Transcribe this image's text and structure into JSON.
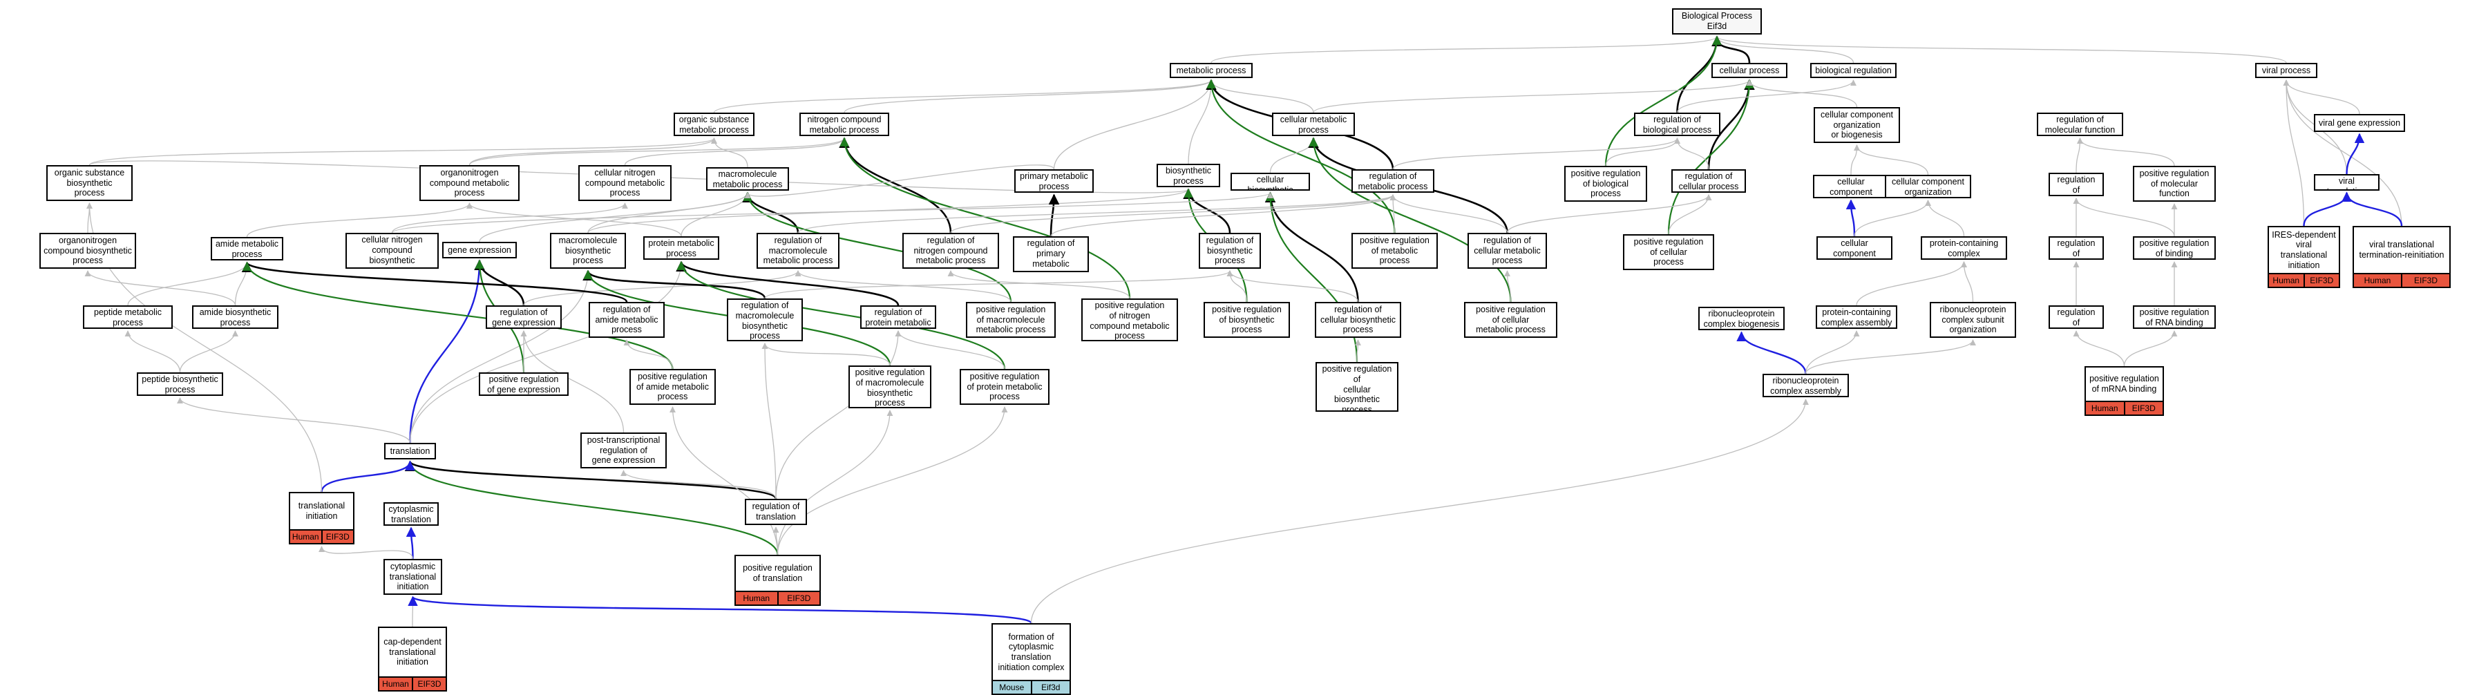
{
  "diagram": {
    "colors": {
      "is_a": "#bdbdbd",
      "part_of": "#000000",
      "positively_regulates": "#1e7d1e",
      "regulates": "#000000",
      "annotation": "#1f1fe0",
      "human": "#e8553e",
      "mouse": "#a8d4de"
    },
    "nodes": [
      {
        "id": "bp",
        "label": "Biological Process\nEif3d",
        "root": true
      },
      {
        "id": "mp",
        "label": "metabolic process"
      },
      {
        "id": "cp",
        "label": "cellular process"
      },
      {
        "id": "br",
        "label": "biological regulation"
      },
      {
        "id": "vp",
        "label": "viral process"
      },
      {
        "id": "osmp",
        "label": "organic substance\nmetabolic process"
      },
      {
        "id": "ncmp",
        "label": "nitrogen compound\nmetabolic process"
      },
      {
        "id": "cmp",
        "label": "cellular metabolic\nprocess"
      },
      {
        "id": "rbp",
        "label": "regulation of\nbiological process"
      },
      {
        "id": "ccob",
        "label": "cellular component\norganization\nor biogenesis"
      },
      {
        "id": "rmf",
        "label": "regulation of\nmolecular function"
      },
      {
        "id": "vge",
        "label": "viral gene expression"
      },
      {
        "id": "osbp",
        "label": "organic substance\nbiosynthetic\nprocess"
      },
      {
        "id": "onmp",
        "label": "organonitrogen\ncompound metabolic\nprocess"
      },
      {
        "id": "cncmp",
        "label": "cellular nitrogen\ncompound metabolic\nprocess"
      },
      {
        "id": "mmp",
        "label": "macromolecule\nmetabolic process"
      },
      {
        "id": "bsp",
        "label": "biosynthetic\nprocess"
      },
      {
        "id": "pmp",
        "label": "primary metabolic\nprocess"
      },
      {
        "id": "cbp",
        "label": "cellular biosynthetic\nprocess"
      },
      {
        "id": "rmp",
        "label": "regulation of\nmetabolic process"
      },
      {
        "id": "prbp",
        "label": "positive regulation\nof biological\nprocess"
      },
      {
        "id": "rcp",
        "label": "regulation of\ncellular process"
      },
      {
        "id": "ccb",
        "label": "cellular component\nbiogenesis"
      },
      {
        "id": "cco",
        "label": "cellular component\norganization"
      },
      {
        "id": "rb",
        "label": "regulation of\nbinding"
      },
      {
        "id": "prmf",
        "label": "positive regulation\nof molecular\nfunction"
      },
      {
        "id": "vt",
        "label": "viral translation"
      },
      {
        "id": "oncbp",
        "label": "organonitrogen\ncompound biosynthetic\nprocess"
      },
      {
        "id": "amp",
        "label": "amide metabolic\nprocess"
      },
      {
        "id": "cncbp",
        "label": "cellular nitrogen\ncompound biosynthetic\nprocess"
      },
      {
        "id": "ge",
        "label": "gene expression"
      },
      {
        "id": "mbp",
        "label": "macromolecule\nbiosynthetic\nprocess"
      },
      {
        "id": "prmp2",
        "label": "protein metabolic\nprocess"
      },
      {
        "id": "rmmp",
        "label": "regulation of\nmacromolecule\nmetabolic process"
      },
      {
        "id": "rncmp",
        "label": "regulation of\nnitrogen compound\nmetabolic process"
      },
      {
        "id": "rpmp",
        "label": "regulation of\nprimary metabolic\nprocess"
      },
      {
        "id": "rbsp",
        "label": "regulation of\nbiosynthetic\nprocess"
      },
      {
        "id": "prmp",
        "label": "positive regulation\nof metabolic\nprocess"
      },
      {
        "id": "rcmp",
        "label": "regulation of\ncellular metabolic\nprocess"
      },
      {
        "id": "prcp",
        "label": "positive regulation\nof cellular\nprocess"
      },
      {
        "id": "cca",
        "label": "cellular component\nassembly"
      },
      {
        "id": "pcco",
        "label": "protein-containing\ncomplex organization"
      },
      {
        "id": "rrb",
        "label": "regulation of\nRNA binding"
      },
      {
        "id": "prb",
        "label": "positive regulation\nof binding"
      },
      {
        "id": "iresv",
        "label": "IRES-dependent\nviral translational\ninitiation",
        "tags": [
          "Human",
          "EIF3D"
        ]
      },
      {
        "id": "vtr",
        "label": "viral translational\ntermination-reinitiation",
        "tags": [
          "Human",
          "EIF3D"
        ]
      },
      {
        "id": "pep",
        "label": "peptide metabolic\nprocess"
      },
      {
        "id": "abp",
        "label": "amide biosynthetic\nprocess"
      },
      {
        "id": "rge",
        "label": "regulation of\ngene expression"
      },
      {
        "id": "ramp",
        "label": "regulation of\namide metabolic\nprocess"
      },
      {
        "id": "rmbp",
        "label": "regulation of\nmacromolecule\nbiosynthetic\nprocess"
      },
      {
        "id": "rprmp",
        "label": "regulation of\nprotein metabolic\nprocess"
      },
      {
        "id": "prmmp",
        "label": "positive regulation\nof macromolecule\nmetabolic process"
      },
      {
        "id": "prncmp",
        "label": "positive regulation\nof nitrogen\ncompound metabolic\nprocess"
      },
      {
        "id": "prbsp",
        "label": "positive regulation\nof biosynthetic\nprocess"
      },
      {
        "id": "rcbp",
        "label": "regulation of\ncellular biosynthetic\nprocess"
      },
      {
        "id": "prcmp",
        "label": "positive regulation\nof cellular\nmetabolic process"
      },
      {
        "id": "rcb",
        "label": "ribonucleoprotein\ncomplex biogenesis"
      },
      {
        "id": "pcca",
        "label": "protein-containing\ncomplex assembly"
      },
      {
        "id": "rcso",
        "label": "ribonucleoprotein\ncomplex subunit\norganization"
      },
      {
        "id": "rmb",
        "label": "regulation of\nmRNA binding"
      },
      {
        "id": "prrb",
        "label": "positive regulation\nof RNA binding"
      },
      {
        "id": "pepbp",
        "label": "peptide biosynthetic\nprocess"
      },
      {
        "id": "prge",
        "label": "positive regulation\nof gene expression"
      },
      {
        "id": "pramp",
        "label": "positive regulation\nof amide metabolic\nprocess"
      },
      {
        "id": "prmbp",
        "label": "positive regulation\nof macromolecule\nbiosynthetic\nprocess"
      },
      {
        "id": "prpmp",
        "label": "positive regulation\nof protein metabolic\nprocess"
      },
      {
        "id": "prcbp",
        "label": "positive regulation\nof\ncellular\nbiosynthetic\nprocess"
      },
      {
        "id": "rca",
        "label": "ribonucleoprotein\ncomplex assembly"
      },
      {
        "id": "prmrb",
        "label": "positive regulation\nof mRNA binding",
        "tags": [
          "Human",
          "EIF3D"
        ]
      },
      {
        "id": "ptrg",
        "label": "post-transcriptional\nregulation of\ngene expression"
      },
      {
        "id": "tr",
        "label": "translation"
      },
      {
        "id": "rtr",
        "label": "regulation of\ntranslation"
      },
      {
        "id": "ti",
        "label": "translational\ninitiation",
        "tags": [
          "Human",
          "EIF3D"
        ]
      },
      {
        "id": "ct",
        "label": "cytoplasmic\ntranslation"
      },
      {
        "id": "cti",
        "label": "cytoplasmic\ntranslational\ninitiation"
      },
      {
        "id": "prtr",
        "label": "positive regulation\nof translation",
        "tags": [
          "Human",
          "EIF3D"
        ]
      },
      {
        "id": "cdti",
        "label": "cap-dependent\ntranslational\ninitiation",
        "tags": [
          "Human",
          "EIF3D"
        ]
      },
      {
        "id": "fcti",
        "label": "formation of\ncytoplasmic\ntranslation\ninitiation complex",
        "tags": [
          "Mouse",
          "Eif3d"
        ],
        "tagType": "mouse"
      }
    ],
    "edges": [
      [
        "mp",
        "bp",
        "g"
      ],
      [
        "cp",
        "bp",
        "k"
      ],
      [
        "br",
        "bp",
        "g"
      ],
      [
        "vp",
        "bp",
        "g"
      ],
      [
        "rbp",
        "bp",
        "k"
      ],
      [
        "prbp",
        "bp",
        "p"
      ],
      [
        "osmp",
        "mp",
        "g"
      ],
      [
        "ncmp",
        "mp",
        "g"
      ],
      [
        "cmp",
        "mp",
        "g"
      ],
      [
        "bsp",
        "mp",
        "g"
      ],
      [
        "pmp",
        "mp",
        "g"
      ],
      [
        "rmp",
        "mp",
        "k"
      ],
      [
        "prmp",
        "mp",
        "p"
      ],
      [
        "cmp",
        "cp",
        "g"
      ],
      [
        "rcp",
        "cp",
        "k"
      ],
      [
        "prcp",
        "cp",
        "p"
      ],
      [
        "ccob",
        "cp",
        "g"
      ],
      [
        "rbp",
        "br",
        "g"
      ],
      [
        "vge",
        "vp",
        "g"
      ],
      [
        "vt",
        "vp",
        "g"
      ],
      [
        "iresv",
        "vp",
        "g"
      ],
      [
        "vtr",
        "vp",
        "g"
      ],
      [
        "vt",
        "vge",
        "a"
      ],
      [
        "osbp",
        "osmp",
        "g"
      ],
      [
        "onmp",
        "osmp",
        "g"
      ],
      [
        "mmp",
        "osmp",
        "g"
      ],
      [
        "cncmp",
        "ncmp",
        "g"
      ],
      [
        "onmp",
        "ncmp",
        "g"
      ],
      [
        "rncmp",
        "ncmp",
        "k"
      ],
      [
        "prncmp",
        "ncmp",
        "p"
      ],
      [
        "cbp",
        "cmp",
        "g"
      ],
      [
        "rcmp",
        "cmp",
        "k"
      ],
      [
        "prcmp",
        "cmp",
        "p"
      ],
      [
        "rmp",
        "rbp",
        "g"
      ],
      [
        "rcp",
        "rbp",
        "g"
      ],
      [
        "prbp",
        "rbp",
        "g"
      ],
      [
        "prcp",
        "rcp",
        "g"
      ],
      [
        "rcmp",
        "rcp",
        "g"
      ],
      [
        "ccb",
        "ccob",
        "g"
      ],
      [
        "cco",
        "ccob",
        "g"
      ],
      [
        "rb",
        "rmf",
        "g"
      ],
      [
        "prmf",
        "rmf",
        "g"
      ],
      [
        "oncbp",
        "osbp",
        "g"
      ],
      [
        "amp",
        "onmp",
        "g"
      ],
      [
        "prmp2",
        "onmp",
        "g"
      ],
      [
        "ge",
        "mmp",
        "g"
      ],
      [
        "mbp",
        "mmp",
        "g"
      ],
      [
        "prmp2",
        "mmp",
        "g"
      ],
      [
        "rmmp",
        "mmp",
        "k"
      ],
      [
        "prmmp",
        "mmp",
        "p"
      ],
      [
        "mbp",
        "bsp",
        "g"
      ],
      [
        "osbp",
        "bsp",
        "g"
      ],
      [
        "rbsp",
        "bsp",
        "k"
      ],
      [
        "prbsp",
        "bsp",
        "p"
      ],
      [
        "pmp",
        "mmp",
        "g"
      ],
      [
        "rpmp",
        "pmp",
        "k"
      ],
      [
        "cncbp",
        "cncmp",
        "g"
      ],
      [
        "rcbp",
        "cbp",
        "k"
      ],
      [
        "prcbp",
        "cbp",
        "p"
      ],
      [
        "cncbp",
        "cbp",
        "g"
      ],
      [
        "prmp",
        "rmp",
        "g"
      ],
      [
        "rcmp",
        "rmp",
        "g"
      ],
      [
        "rmmp",
        "rmp",
        "g"
      ],
      [
        "rpmp",
        "rmp",
        "g"
      ],
      [
        "rncmp",
        "rmp",
        "g"
      ],
      [
        "cca",
        "ccb",
        "a"
      ],
      [
        "cca",
        "cco",
        "g"
      ],
      [
        "pcco",
        "cco",
        "g"
      ],
      [
        "rrb",
        "rb",
        "g"
      ],
      [
        "prb",
        "rb",
        "g"
      ],
      [
        "prb",
        "prmf",
        "g"
      ],
      [
        "iresv",
        "vt",
        "a"
      ],
      [
        "vtr",
        "vt",
        "a"
      ],
      [
        "pep",
        "amp",
        "g"
      ],
      [
        "abp",
        "amp",
        "g"
      ],
      [
        "abp",
        "oncbp",
        "g"
      ],
      [
        "pepbp",
        "pep",
        "g"
      ],
      [
        "pepbp",
        "abp",
        "g"
      ],
      [
        "tr",
        "ge",
        "a"
      ],
      [
        "tr",
        "mbp",
        "g"
      ],
      [
        "tr",
        "pepbp",
        "g"
      ],
      [
        "tr",
        "prmp2",
        "g"
      ],
      [
        "rge",
        "ge",
        "k"
      ],
      [
        "prge",
        "ge",
        "p"
      ],
      [
        "rge",
        "rmmp",
        "g"
      ],
      [
        "ramp",
        "amp",
        "k"
      ],
      [
        "pramp",
        "amp",
        "p"
      ],
      [
        "rmbp",
        "mbp",
        "k"
      ],
      [
        "prmbp",
        "mbp",
        "p"
      ],
      [
        "rmbp",
        "rbsp",
        "g"
      ],
      [
        "rprmp",
        "prmp2",
        "k"
      ],
      [
        "prpmp",
        "prmp2",
        "p"
      ],
      [
        "prmmp",
        "rmmp",
        "g"
      ],
      [
        "prncmp",
        "rncmp",
        "g"
      ],
      [
        "prbsp",
        "rbsp",
        "g"
      ],
      [
        "rcbp",
        "rbsp",
        "g"
      ],
      [
        "prcmp",
        "rcmp",
        "g"
      ],
      [
        "pcca",
        "pcco",
        "g"
      ],
      [
        "rcso",
        "pcco",
        "g"
      ],
      [
        "rmb",
        "rrb",
        "g"
      ],
      [
        "prrb",
        "prb",
        "g"
      ],
      [
        "prmrb",
        "rmb",
        "g"
      ],
      [
        "prmrb",
        "prrb",
        "g"
      ],
      [
        "rca",
        "rcb",
        "a"
      ],
      [
        "rca",
        "pcca",
        "g"
      ],
      [
        "rca",
        "rcso",
        "g"
      ],
      [
        "prge",
        "rge",
        "g"
      ],
      [
        "pramp",
        "ramp",
        "g"
      ],
      [
        "prmbp",
        "rmbp",
        "g"
      ],
      [
        "prpmp",
        "rprmp",
        "g"
      ],
      [
        "prcbp",
        "rcbp",
        "g"
      ],
      [
        "ptrg",
        "rge",
        "g"
      ],
      [
        "rtr",
        "tr",
        "k"
      ],
      [
        "rtr",
        "ptrg",
        "g"
      ],
      [
        "rtr",
        "rprmp",
        "g"
      ],
      [
        "rtr",
        "rmbp",
        "g"
      ],
      [
        "prtr",
        "tr",
        "p"
      ],
      [
        "prtr",
        "rtr",
        "g"
      ],
      [
        "prtr",
        "prpmp",
        "g"
      ],
      [
        "prtr",
        "prmbp",
        "g"
      ],
      [
        "prtr",
        "pramp",
        "g"
      ],
      [
        "ti",
        "tr",
        "a"
      ],
      [
        "ti",
        "osbp",
        "g"
      ],
      [
        "cti",
        "ct",
        "a"
      ],
      [
        "cti",
        "ti",
        "g"
      ],
      [
        "cdti",
        "cti",
        "g"
      ],
      [
        "fcti",
        "cti",
        "a"
      ],
      [
        "fcti",
        "rca",
        "g"
      ]
    ]
  }
}
